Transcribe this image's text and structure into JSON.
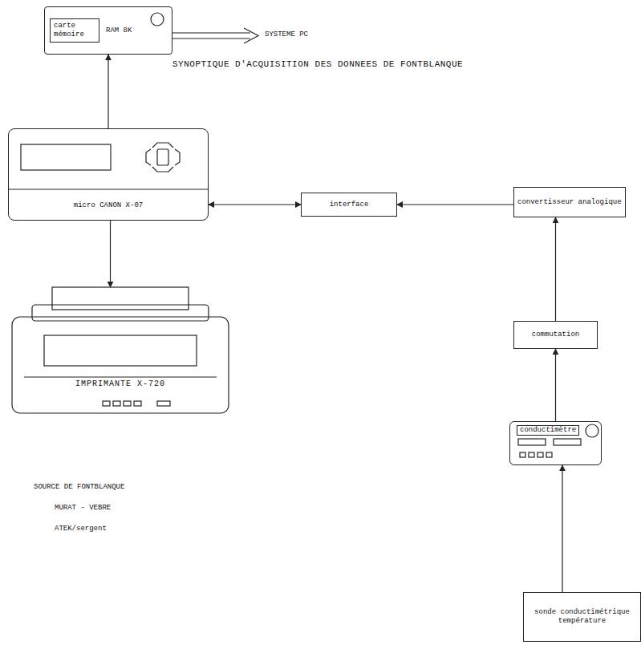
{
  "diagram": {
    "title": "SYNOPTIQUE D'ACQUISITION DES DONNEES DE FONTBLANQUE",
    "nodes": [
      {
        "text": [
          "carte mémoire",
          "RAM 8K"
        ]
      },
      {
        "text": [
          "micro CANON X-07"
        ]
      },
      {
        "text": [
          "interface"
        ]
      },
      {
        "text": [
          "convertisseur analogique"
        ]
      },
      {
        "text": [
          "commutation"
        ]
      },
      {
        "text": [
          "IMPRIMANTE X-720"
        ]
      },
      {
        "text": [
          "conductimètre"
        ]
      },
      {
        "text": [
          "sonde conductimétrique température"
        ]
      }
    ],
    "edges": [
      {
        "from": 1,
        "to": 0,
        "arrow": "to"
      },
      {
        "from": 1,
        "to": 5,
        "arrow": "to"
      },
      {
        "from": 2,
        "to": 1,
        "arrow": "both"
      },
      {
        "from": 3,
        "to": 2,
        "arrow": "to"
      },
      {
        "from": 4,
        "to": 3,
        "arrow": "to"
      },
      {
        "from": 6,
        "to": 4,
        "arrow": "to"
      },
      {
        "from": 7,
        "to": 6,
        "arrow": "to"
      }
    ],
    "labels": [
      "SYSTEME PC",
      "SOURCE DE FONTBLANQUE",
      "MURAT - VEBRE",
      "ATEK/sergent"
    ]
  }
}
